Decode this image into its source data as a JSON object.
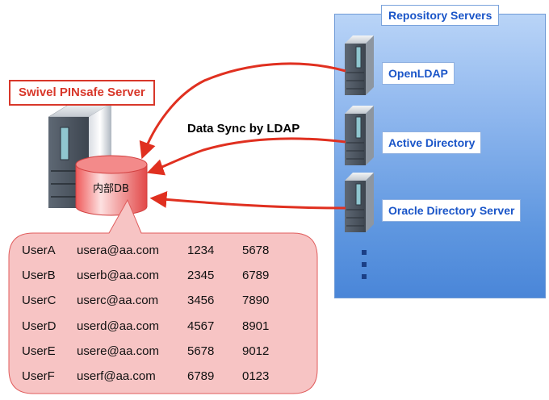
{
  "repository": {
    "title": "Repository Servers",
    "servers": [
      {
        "label": "OpenLDAP"
      },
      {
        "label": "Active Directory"
      },
      {
        "label": "Oracle Directory Server"
      }
    ]
  },
  "swivel": {
    "title": "Swivel PINsafe Server",
    "db_label": "内部DB"
  },
  "sync_label": "Data Sync by LDAP",
  "colors": {
    "accent_red": "#d8372a",
    "repo_blue": "#5f97e0",
    "label_blue": "#1a55c8",
    "bubble_fill": "#f7c4c4"
  },
  "users": [
    {
      "name": "UserA",
      "email": "usera@aa.com",
      "pin": "1234",
      "code": "5678"
    },
    {
      "name": "UserB",
      "email": "userb@aa.com",
      "pin": "2345",
      "code": "6789"
    },
    {
      "name": "UserC",
      "email": "userc@aa.com",
      "pin": "3456",
      "code": "7890"
    },
    {
      "name": "UserD",
      "email": "userd@aa.com",
      "pin": "4567",
      "code": "8901"
    },
    {
      "name": "UserE",
      "email": "usere@aa.com",
      "pin": "5678",
      "code": "9012"
    },
    {
      "name": "UserF",
      "email": "userf@aa.com",
      "pin": "6789",
      "code": "0123"
    }
  ]
}
